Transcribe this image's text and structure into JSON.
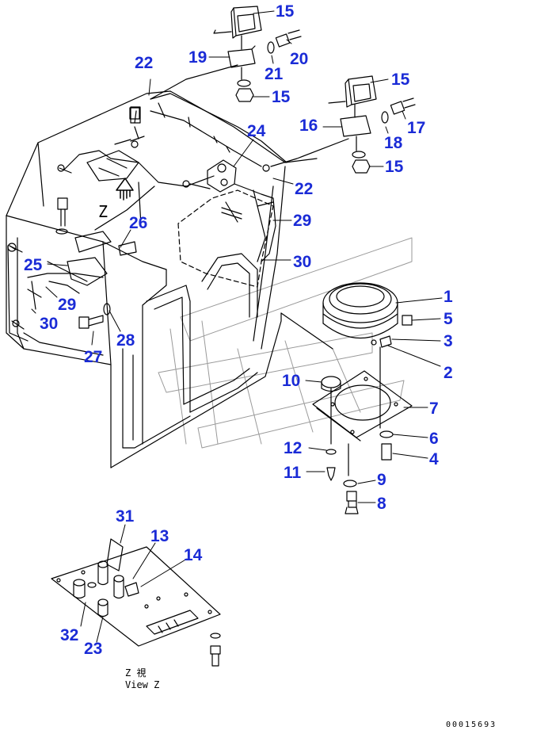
{
  "callout_color": "#1a2bd6",
  "callouts": [
    {
      "id": "c15a",
      "text": "15"
    },
    {
      "id": "c19",
      "text": "19"
    },
    {
      "id": "c20",
      "text": "20"
    },
    {
      "id": "c21",
      "text": "21"
    },
    {
      "id": "c15b",
      "text": "15"
    },
    {
      "id": "c22a",
      "text": "22"
    },
    {
      "id": "c15c",
      "text": "15"
    },
    {
      "id": "c16",
      "text": "16"
    },
    {
      "id": "c17",
      "text": "17"
    },
    {
      "id": "c18",
      "text": "18"
    },
    {
      "id": "c15d",
      "text": "15"
    },
    {
      "id": "c24",
      "text": "24"
    },
    {
      "id": "c22b",
      "text": "22"
    },
    {
      "id": "c29a",
      "text": "29"
    },
    {
      "id": "c26",
      "text": "26"
    },
    {
      "id": "c30a",
      "text": "30"
    },
    {
      "id": "c25",
      "text": "25"
    },
    {
      "id": "c29b",
      "text": "29"
    },
    {
      "id": "c30b",
      "text": "30"
    },
    {
      "id": "c27",
      "text": "27"
    },
    {
      "id": "c28",
      "text": "28"
    },
    {
      "id": "c1",
      "text": "1"
    },
    {
      "id": "c5",
      "text": "5"
    },
    {
      "id": "c3",
      "text": "3"
    },
    {
      "id": "c2",
      "text": "2"
    },
    {
      "id": "c10",
      "text": "10"
    },
    {
      "id": "c7",
      "text": "7"
    },
    {
      "id": "c6",
      "text": "6"
    },
    {
      "id": "c12",
      "text": "12"
    },
    {
      "id": "c4",
      "text": "4"
    },
    {
      "id": "c11",
      "text": "11"
    },
    {
      "id": "c9",
      "text": "9"
    },
    {
      "id": "c8",
      "text": "8"
    },
    {
      "id": "c31",
      "text": "31"
    },
    {
      "id": "c13",
      "text": "13"
    },
    {
      "id": "c14",
      "text": "14"
    },
    {
      "id": "c32",
      "text": "32"
    },
    {
      "id": "c23",
      "text": "23"
    }
  ],
  "view_letter": "Z",
  "view_caption_jp": "Z  視",
  "view_caption_en": "View Z",
  "drawing_id": "00015693"
}
